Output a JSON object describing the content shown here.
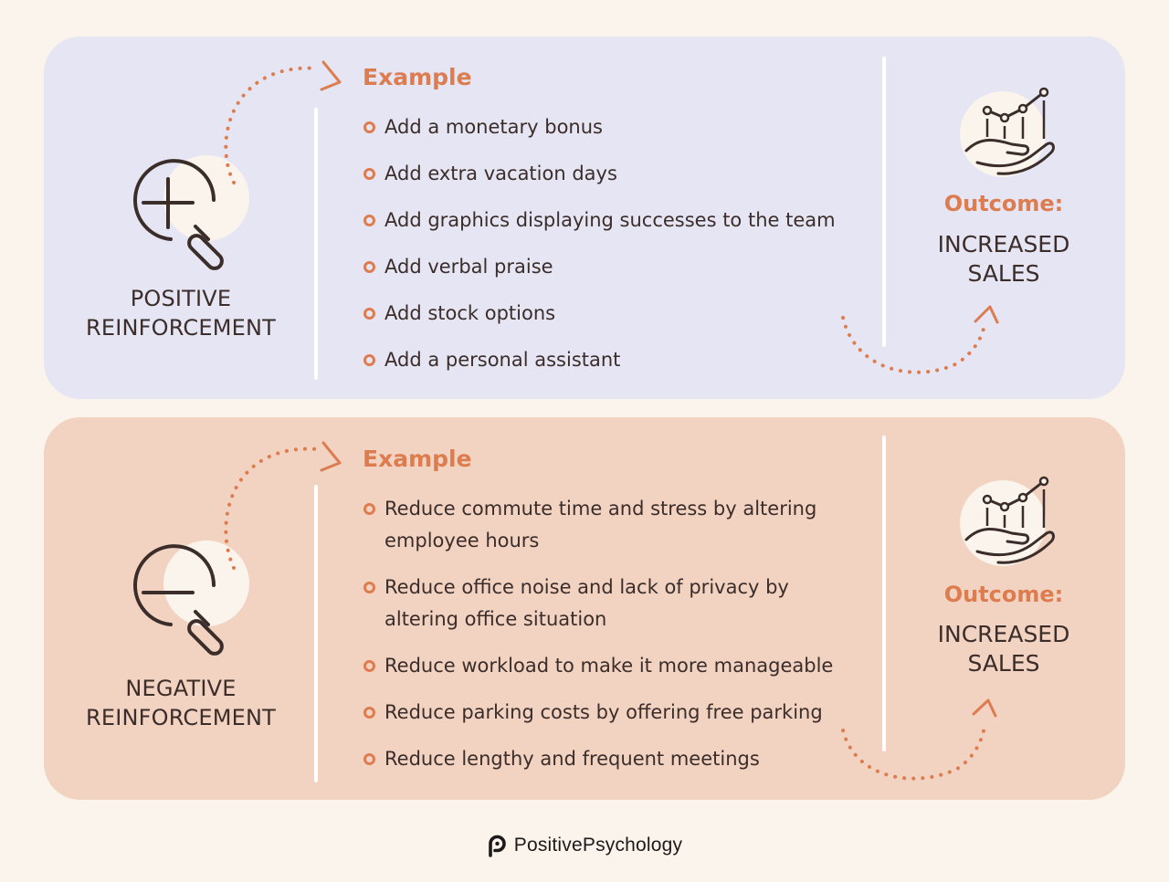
{
  "positive": {
    "label_line1": "POSITIVE",
    "label_line2": "REINFORCEMENT",
    "example_heading": "Example",
    "items": [
      "Add a monetary bonus",
      "Add extra vacation days",
      "Add graphics displaying successes to the team",
      "Add verbal praise",
      "Add stock options",
      "Add a personal assistant"
    ],
    "outcome_title": "Outcome:",
    "outcome_line1": "INCREASED",
    "outcome_line2": "SALES"
  },
  "negative": {
    "label_line1": "NEGATIVE",
    "label_line2": "REINFORCEMENT",
    "example_heading": "Example",
    "items": [
      {
        "line1": "Reduce commute time and stress by altering",
        "line2": "employee hours"
      },
      {
        "line1": "Reduce office noise and lack of privacy by",
        "line2": "altering office situation"
      },
      {
        "line1": "Reduce workload to make it more manageable",
        "line2": ""
      },
      {
        "line1": "Reduce parking costs by offering free parking",
        "line2": ""
      },
      {
        "line1": "Reduce lengthy and frequent meetings",
        "line2": ""
      }
    ],
    "outcome_title": "Outcome:",
    "outcome_line1": "INCREASED",
    "outcome_line2": "SALES"
  },
  "footer": {
    "brand": "PositivePsychology",
    "logo_icon": "positivepsychology-logo-icon"
  },
  "colors": {
    "accent": "#dd7d4f",
    "dark": "#3b2d2a",
    "positive_bg": "#e6e5f4",
    "negative_bg": "#f2d2c1",
    "page_bg": "#faf4ec"
  }
}
